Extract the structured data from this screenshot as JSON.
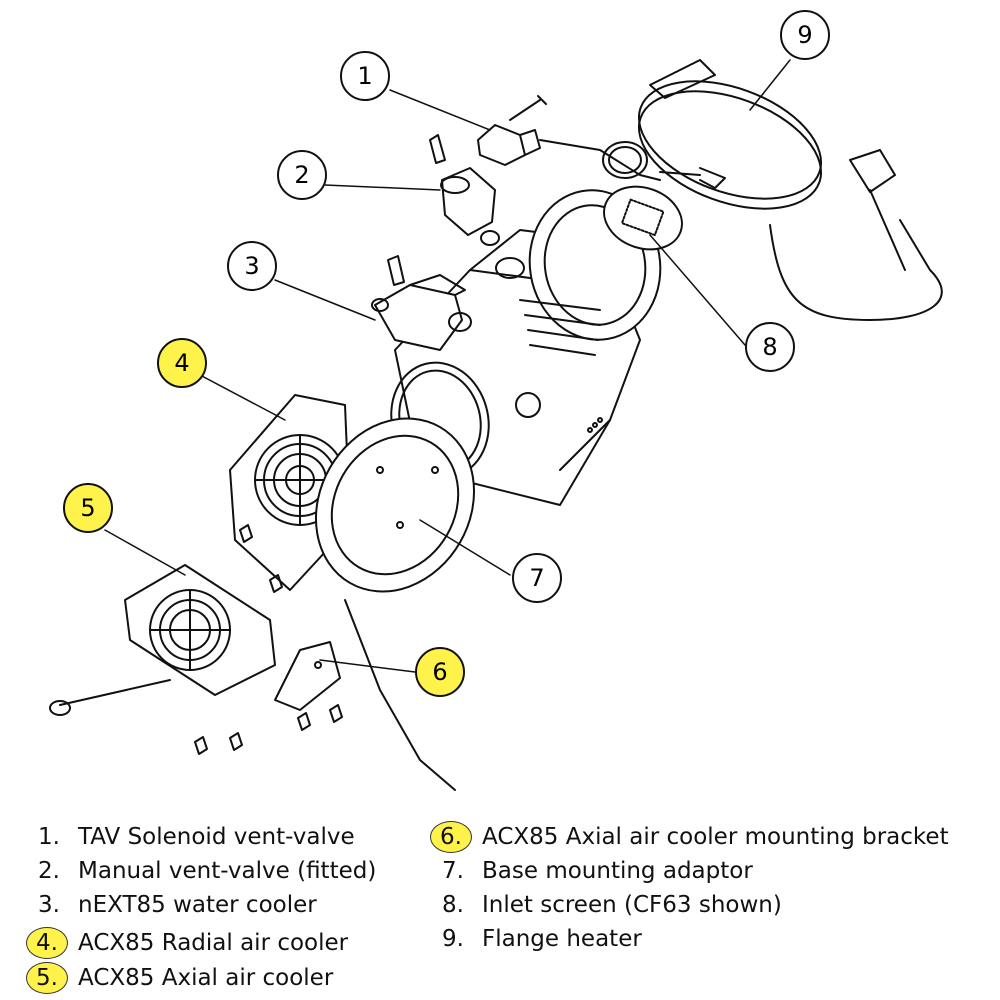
{
  "colors": {
    "highlight": "#fff24a",
    "stroke": "#111111",
    "background": "#ffffff"
  },
  "callouts": [
    {
      "num": "1",
      "highlight": false
    },
    {
      "num": "2",
      "highlight": false
    },
    {
      "num": "3",
      "highlight": false
    },
    {
      "num": "4",
      "highlight": true
    },
    {
      "num": "5",
      "highlight": true
    },
    {
      "num": "6",
      "highlight": true
    },
    {
      "num": "7",
      "highlight": false
    },
    {
      "num": "8",
      "highlight": false
    },
    {
      "num": "9",
      "highlight": false
    }
  ],
  "legend": [
    {
      "num": "1.",
      "label": "TAV Solenoid vent-valve",
      "highlight": false
    },
    {
      "num": "2.",
      "label": "Manual vent-valve (fitted)",
      "highlight": false
    },
    {
      "num": "3.",
      "label": "nEXT85 water cooler",
      "highlight": false
    },
    {
      "num": "4.",
      "label": "ACX85 Radial air cooler",
      "highlight": true
    },
    {
      "num": "5.",
      "label": "ACX85 Axial air cooler",
      "highlight": true
    },
    {
      "num": "6.",
      "label": "ACX85 Axial air cooler mounting bracket",
      "highlight": true
    },
    {
      "num": "7.",
      "label": "Base mounting adaptor",
      "highlight": false
    },
    {
      "num": "8.",
      "label": "Inlet screen (CF63 shown)",
      "highlight": false
    },
    {
      "num": "9.",
      "label": "Flange heater",
      "highlight": false
    }
  ]
}
